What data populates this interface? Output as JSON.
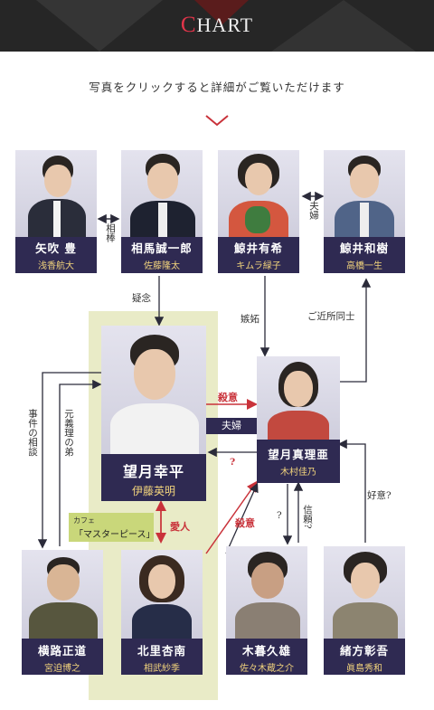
{
  "header": {
    "title_accent": "C",
    "title_rest": "HART"
  },
  "instruction": "写真をクリックすると詳細がご覧いただけます",
  "characters": {
    "yabuki": {
      "name": "矢吹 豊",
      "actor": "浅香航大"
    },
    "soma": {
      "name": "相馬誠一郎",
      "actor": "佐藤隆太"
    },
    "kujirai_yuki": {
      "name": "鯨井有希",
      "actor": "キムラ緑子"
    },
    "kujirai_kazuki": {
      "name": "鯨井和樹",
      "actor": "高橋一生"
    },
    "mochizuki_kohei": {
      "name": "望月幸平",
      "actor": "伊藤英明"
    },
    "mochizuki_mariya": {
      "name": "望月真理亜",
      "actor": "木村佳乃"
    },
    "yokoji": {
      "name": "横路正道",
      "actor": "宮迫博之"
    },
    "kitazato": {
      "name": "北里杏南",
      "actor": "相武紗季"
    },
    "kogure": {
      "name": "木暮久雄",
      "actor": "佐々木蔵之介"
    },
    "ogata": {
      "name": "緒方彰吾",
      "actor": "眞島秀和"
    }
  },
  "relations": {
    "aibou": "相棒",
    "fuufu_top": "夫婦",
    "ginen": "疑念",
    "shitto": "嫉妬",
    "gokinjo": "ご近所同士",
    "satsui_top": "殺意",
    "fuufu_mid": "夫婦",
    "question_mid": "?",
    "jiken": "事件の相談",
    "moto_giri": "元義理の弟",
    "aijin": "愛人",
    "satsui_bottom": "殺意",
    "question_left": "?",
    "shinrai": "信頼?",
    "koui": "好意?"
  },
  "cafe": {
    "prefix": "カフェ",
    "name": "「マスターピース」"
  },
  "colors": {
    "navy": "#2f2a52",
    "gold": "#f1d37c",
    "accent_red": "#c9323a",
    "highlight": "#e9ebc7"
  }
}
